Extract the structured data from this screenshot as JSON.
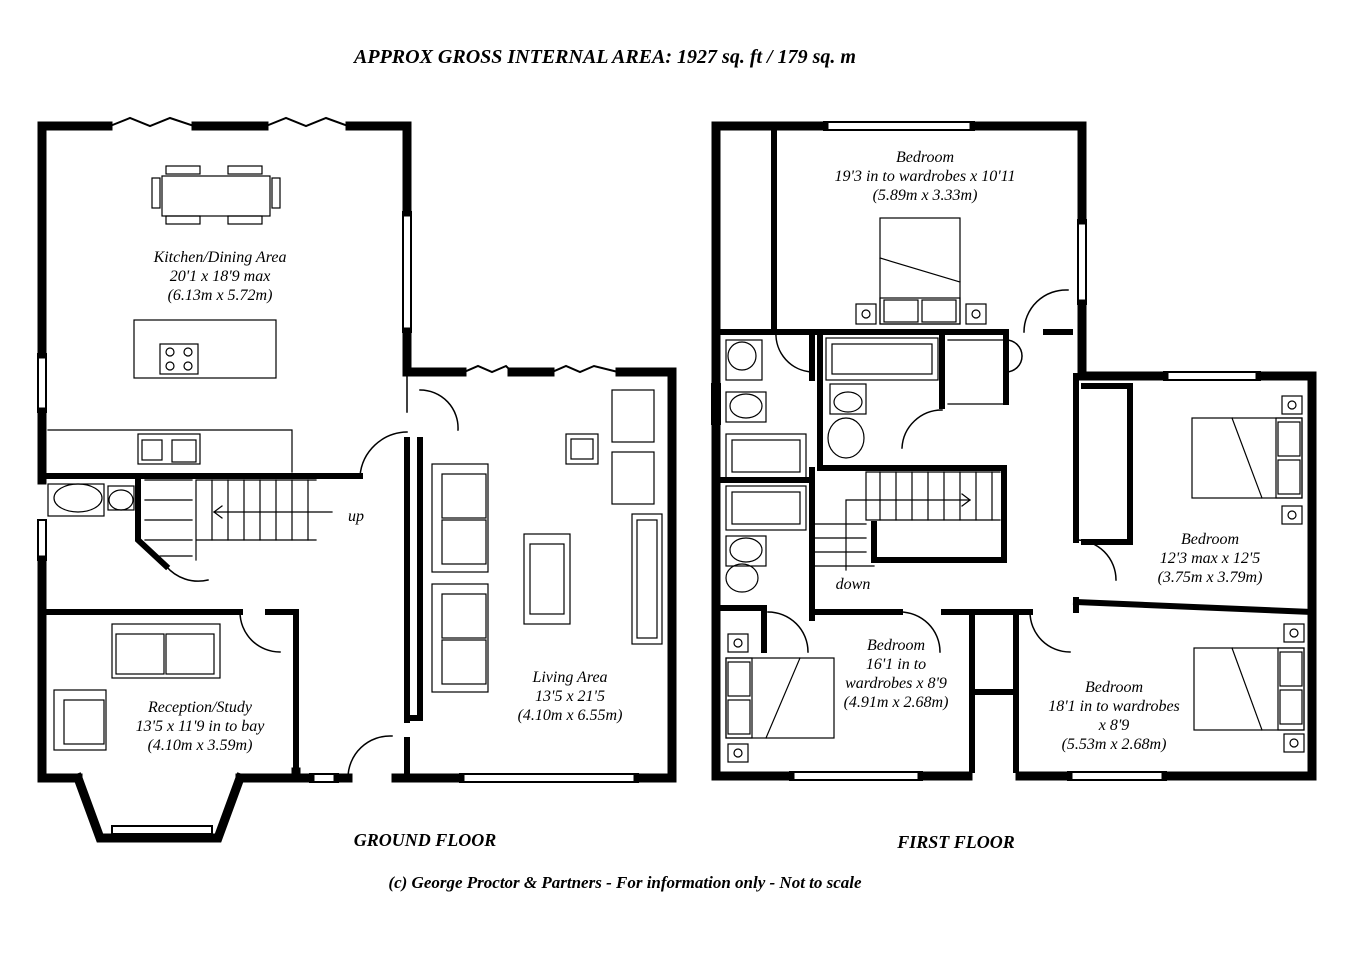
{
  "header": {
    "area_text": "APPROX GROSS INTERNAL AREA:  1927 sq. ft / 179 sq. m"
  },
  "ground_floor": {
    "label": "GROUND FLOOR",
    "stair_label": "up",
    "rooms": {
      "kitchen": {
        "name": "Kitchen/Dining Area",
        "size": "20'1 x 18'9 max",
        "metric": "(6.13m x 5.72m)"
      },
      "living": {
        "name": "Living Area",
        "size": "13'5 x 21'5",
        "metric": "(4.10m x 6.55m)"
      },
      "reception": {
        "name": "Reception/Study",
        "size": "13'5 x 11'9 in to bay",
        "metric": "(4.10m x 3.59m)"
      }
    }
  },
  "first_floor": {
    "label": "FIRST FLOOR",
    "stair_label": "down",
    "rooms": {
      "bedroom1": {
        "name": "Bedroom",
        "size": "19'3 in to wardrobes x 10'11",
        "metric": "(5.89m x 3.33m)"
      },
      "bedroom2": {
        "name": "Bedroom",
        "size": "12'3 max x 12'5",
        "metric": "(3.75m x 3.79m)"
      },
      "bedroom3": {
        "name": "Bedroom",
        "size1": "16'1 in to",
        "size2": "wardrobes x 8'9",
        "metric": "(4.91m x 2.68m)"
      },
      "bedroom4": {
        "name": "Bedroom",
        "size1": "18'1 in to wardrobes",
        "size2": "x 8'9",
        "metric": "(5.53m x 2.68m)"
      }
    }
  },
  "footer": {
    "copyright": "(c) George Proctor & Partners - For information only - Not to scale"
  },
  "colors": {
    "wall": "#000000",
    "background": "#ffffff",
    "fixture": "#555555"
  }
}
